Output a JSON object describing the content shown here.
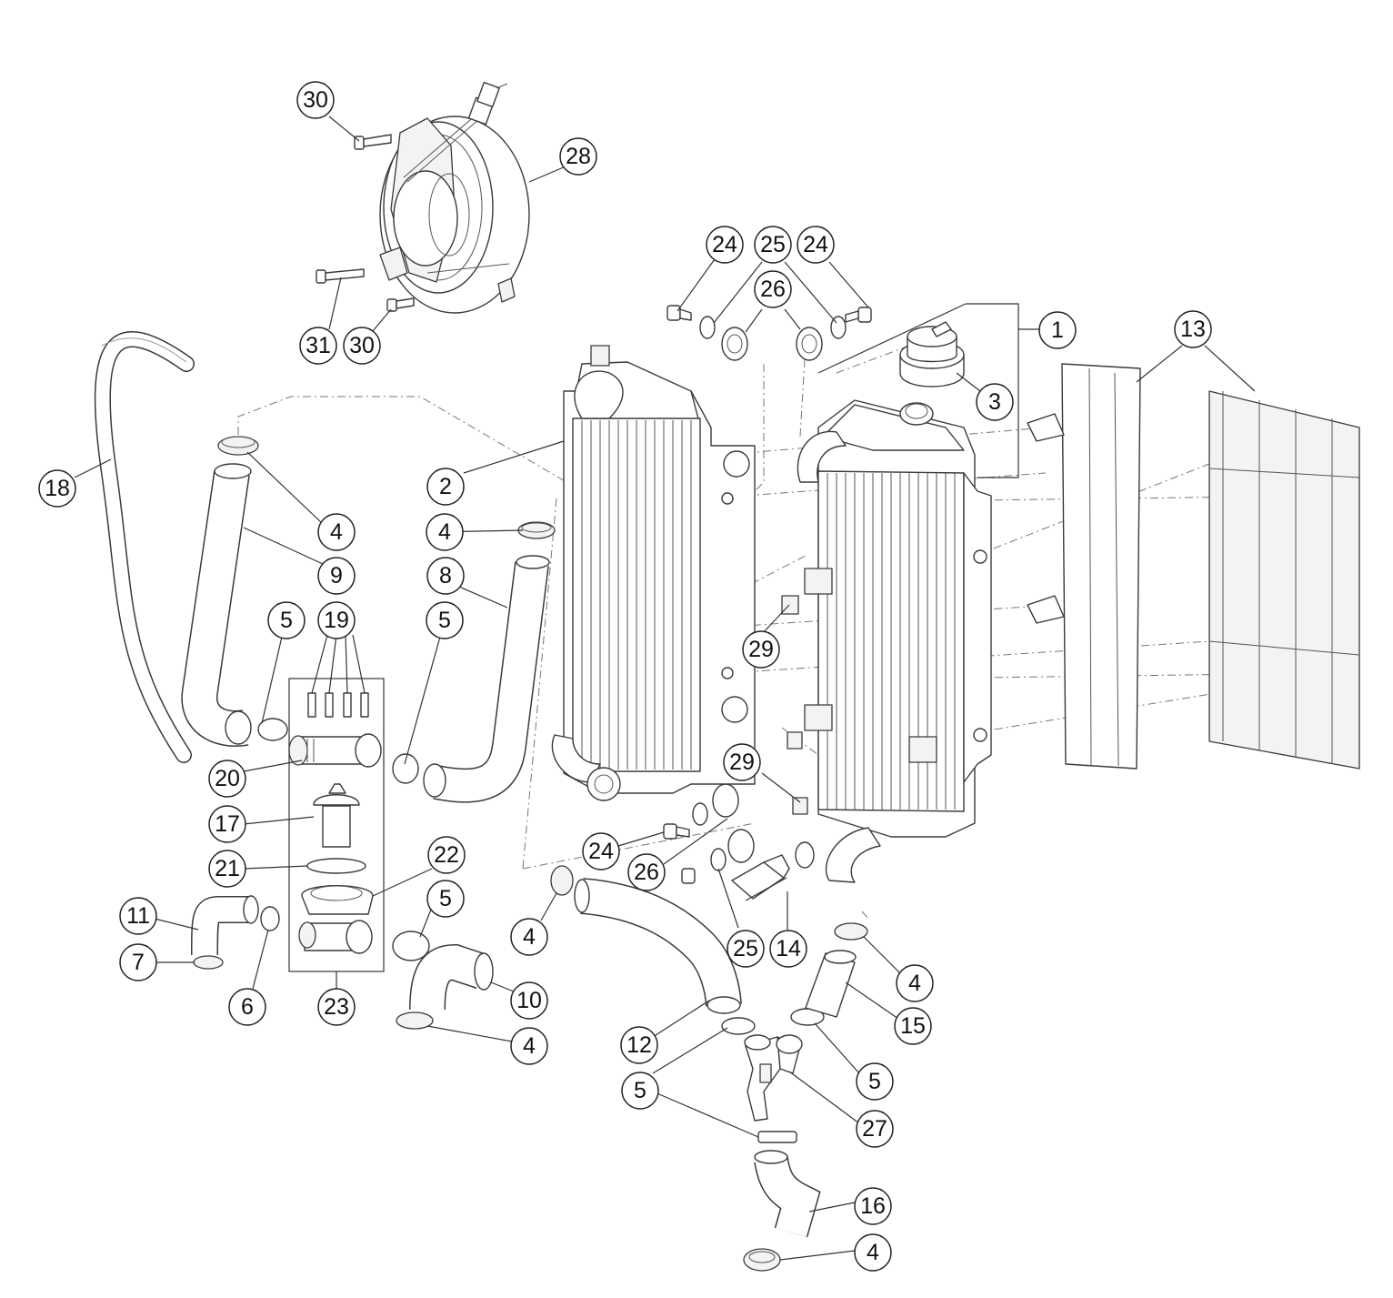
{
  "callouts": [
    {
      "id": "c-30a",
      "label": "30"
    },
    {
      "id": "c-28",
      "label": "28"
    },
    {
      "id": "c-31",
      "label": "31"
    },
    {
      "id": "c-30b",
      "label": "30"
    },
    {
      "id": "c-24a",
      "label": "24"
    },
    {
      "id": "c-25a",
      "label": "25"
    },
    {
      "id": "c-24b",
      "label": "24"
    },
    {
      "id": "c-26a",
      "label": "26"
    },
    {
      "id": "c-1",
      "label": "1"
    },
    {
      "id": "c-13",
      "label": "13"
    },
    {
      "id": "c-3",
      "label": "3"
    },
    {
      "id": "c-18",
      "label": "18"
    },
    {
      "id": "c-2",
      "label": "2"
    },
    {
      "id": "c-4a",
      "label": "4"
    },
    {
      "id": "c-4b",
      "label": "4"
    },
    {
      "id": "c-9",
      "label": "9"
    },
    {
      "id": "c-8",
      "label": "8"
    },
    {
      "id": "c-5a",
      "label": "5"
    },
    {
      "id": "c-19",
      "label": "19"
    },
    {
      "id": "c-5b",
      "label": "5"
    },
    {
      "id": "c-29a",
      "label": "29"
    },
    {
      "id": "c-20",
      "label": "20"
    },
    {
      "id": "c-29b",
      "label": "29"
    },
    {
      "id": "c-17",
      "label": "17"
    },
    {
      "id": "c-24c",
      "label": "24"
    },
    {
      "id": "c-21",
      "label": "21"
    },
    {
      "id": "c-22",
      "label": "22"
    },
    {
      "id": "c-26b",
      "label": "26"
    },
    {
      "id": "c-11",
      "label": "11"
    },
    {
      "id": "c-5c",
      "label": "5"
    },
    {
      "id": "c-4c",
      "label": "4"
    },
    {
      "id": "c-25b",
      "label": "25"
    },
    {
      "id": "c-14",
      "label": "14"
    },
    {
      "id": "c-7",
      "label": "7"
    },
    {
      "id": "c-4d",
      "label": "4"
    },
    {
      "id": "c-6",
      "label": "6"
    },
    {
      "id": "c-23",
      "label": "23"
    },
    {
      "id": "c-10",
      "label": "10"
    },
    {
      "id": "c-15",
      "label": "15"
    },
    {
      "id": "c-12",
      "label": "12"
    },
    {
      "id": "c-4e",
      "label": "4"
    },
    {
      "id": "c-5d",
      "label": "5"
    },
    {
      "id": "c-5e",
      "label": "5"
    },
    {
      "id": "c-27",
      "label": "27"
    },
    {
      "id": "c-16",
      "label": "16"
    },
    {
      "id": "c-4f",
      "label": "4"
    }
  ]
}
